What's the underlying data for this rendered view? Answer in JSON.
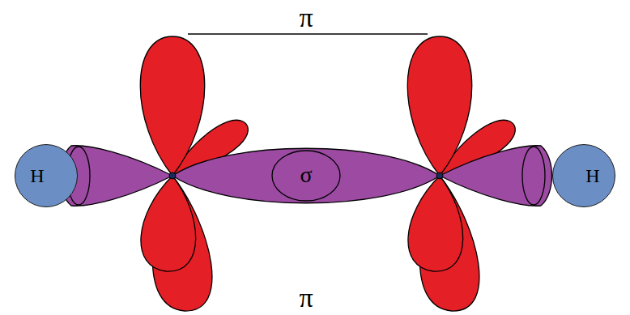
{
  "diagram": {
    "nodes": [
      {
        "text": [
          "H"
        ]
      },
      {
        "text": [
          "H"
        ]
      }
    ],
    "labels": [
      "π",
      "σ",
      "π"
    ]
  }
}
